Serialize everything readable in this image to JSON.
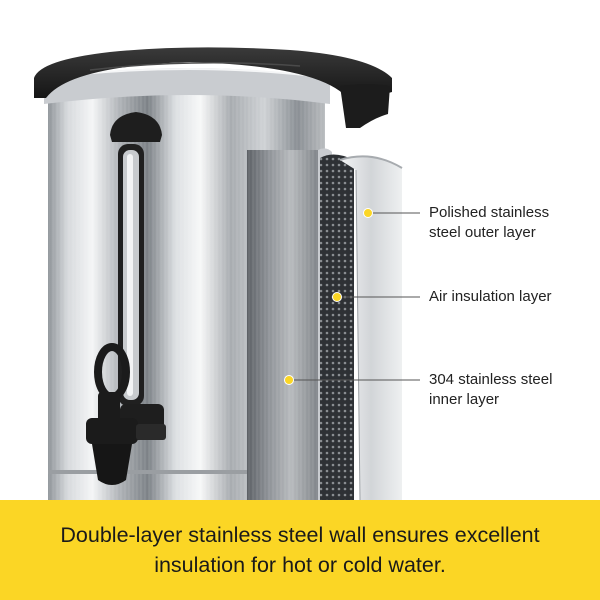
{
  "colors": {
    "accent_yellow": "#fbd625",
    "steel_light": "#e8eaec",
    "steel_dark": "#6d7277",
    "plastic_black": "#1c1c1c",
    "text": "#222222"
  },
  "callouts": [
    {
      "line1": "Polished stainless",
      "line2": "steel outer layer"
    },
    {
      "line1": "Air insulation layer"
    },
    {
      "line1": "304 stainless steel",
      "line2": "inner layer"
    }
  ],
  "caption": {
    "line1": "Double-layer stainless steel wall ensures excellent",
    "line2": "insulation for hot or cold water."
  }
}
